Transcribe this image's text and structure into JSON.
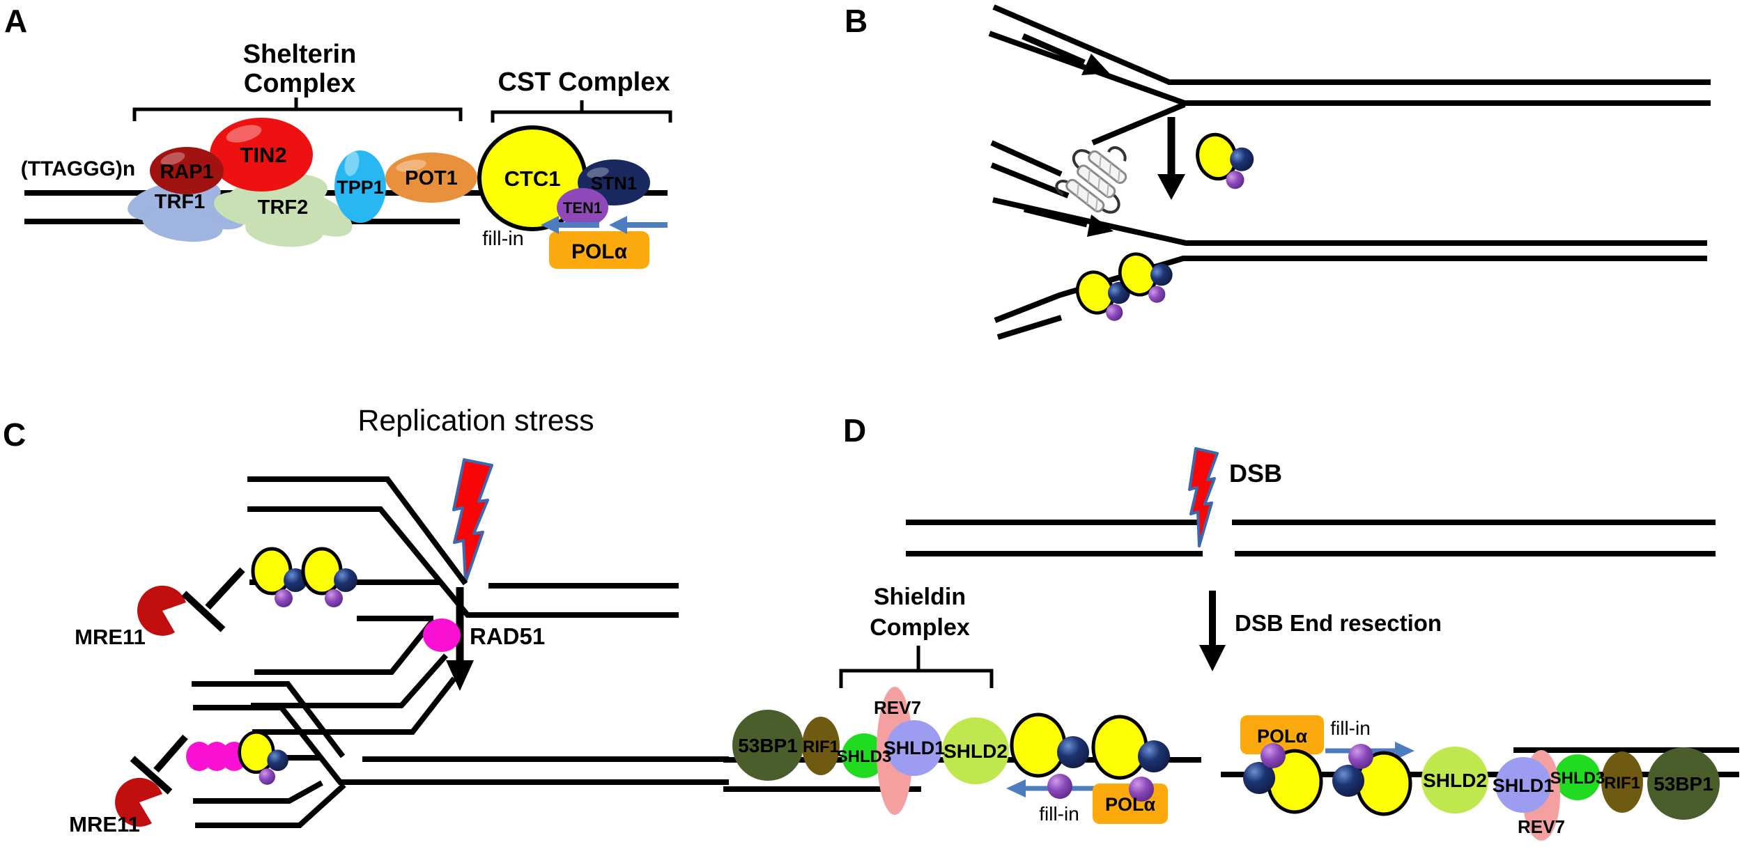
{
  "figure": {
    "background": "#ffffff"
  },
  "colors": {
    "dna": "#000000",
    "rap1": "#a11311",
    "tin2": "#ee1111",
    "trf1": "#9fb4df",
    "trf2": "#c9e0b4",
    "tpp1": "#27b7f2",
    "pot1": "#e8903b",
    "cst_yellow": "#ffff04",
    "stn1_navy": "#19295f",
    "ten1_purple": "#8f49b8",
    "pola_orange": "#fca90d",
    "arrow_blue": "#4d7dbe",
    "mre11_red": "#c10f0f",
    "rad51_magenta": "#fa10d3",
    "bolt_red": "#fa0505",
    "bolt_outline": "#3c68b0",
    "p53bp1": "#4a5e2b",
    "rif1": "#6e5a10",
    "shld3": "#21db21",
    "rev7": "#f5a0a0",
    "shld1": "#9c9cf0",
    "shld2": "#bfe84e"
  },
  "panelA": {
    "label": "A",
    "shelterin_title_1": "Shelterin",
    "shelterin_title_2": "Complex",
    "cst_title": "CST Complex",
    "dna_repeat": "(TTAGGG)n",
    "fill_in": "fill-in",
    "pola": "POLα",
    "proteins": {
      "rap1": "RAP1",
      "tin2": "TIN2",
      "trf1": "TRF1",
      "trf2": "TRF2",
      "tpp1": "TPP1",
      "pot1": "POT1",
      "ctc1": "CTC1",
      "stn1": "STN1",
      "ten1": "TEN1"
    }
  },
  "panelB": {
    "label": "B"
  },
  "panelC": {
    "label": "C",
    "title": "Replication stress",
    "mre11": "MRE11",
    "rad51": "RAD51"
  },
  "panelD": {
    "label": "D",
    "dsb": "DSB",
    "resection": "DSB End resection",
    "shieldin_title_1": "Shieldin",
    "shieldin_title_2": "Complex",
    "fill_in": "fill-in",
    "pola": "POLα",
    "proteins": {
      "p53bp1": "53BP1",
      "rif1": "RIF1",
      "shld3": "SHLD3",
      "rev7": "REV7",
      "shld1": "SHLD1",
      "shld2": "SHLD2"
    }
  }
}
